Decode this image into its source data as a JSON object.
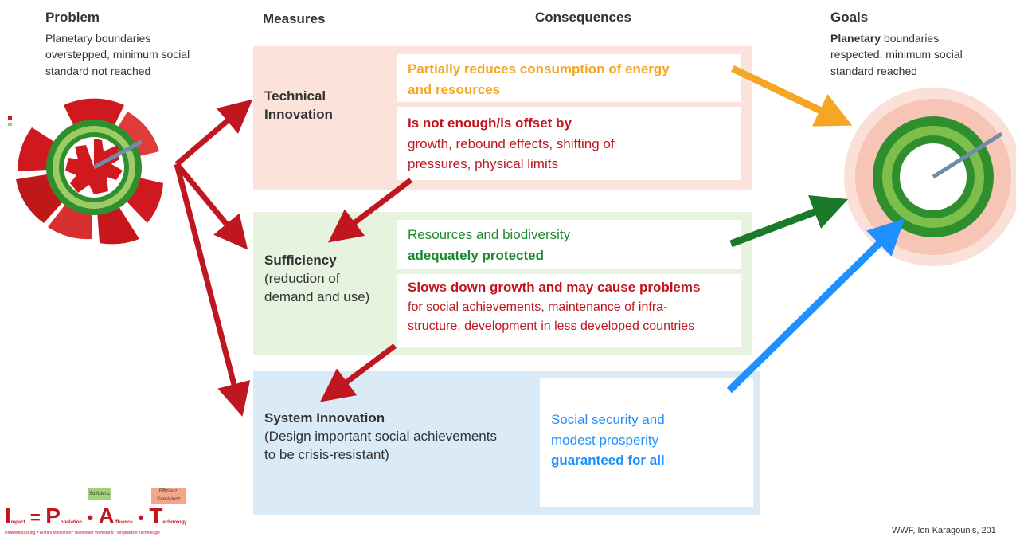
{
  "problem": {
    "title": "Problem",
    "lines": [
      "Planetary boundaries",
      "overstepped, minimum social",
      "standard not reached"
    ]
  },
  "measures_header": "Measures",
  "consequences_header": "Consequences",
  "goals": {
    "title": "Goals",
    "line1_bold": "Planetary",
    "line1_rest": " boundaries",
    "line2": "respected, minimum social",
    "line3": "standard reached"
  },
  "technical": {
    "title_line1": "Technical",
    "title_line2": "Innovation",
    "pos_line1": "Partially reduces consumption of energy",
    "pos_line2": "and resources",
    "neg_title": "Is not enough/is offset by",
    "neg_line1": "growth, rebound effects, shifting of",
    "neg_line2": "pressures, physical limits"
  },
  "sufficiency": {
    "title": "Sufficiency",
    "sub1": "(reduction of",
    "sub2": "demand and use)",
    "pos_line1": "Resources and biodiversity",
    "pos_line2": "adequately protected",
    "neg_title": "Slows down growth and may cause problems",
    "neg_line1": "for social achievements, maintenance of infra-",
    "neg_line2": "structure, development in less developed countries"
  },
  "system": {
    "title": "System Innovation",
    "sub1": "(Design important social achievements",
    "sub2": "to be crisis-resistant)",
    "pos_line1": "Social security and",
    "pos_line2": "modest prosperity",
    "pos_line3": "guaranteed for all"
  },
  "formula": {
    "I": "I",
    "I_sub": "mpact",
    "eq": "=",
    "P": "P",
    "P_sub": "opulation",
    "A": "A",
    "A_sub": "ffluence",
    "T": "T",
    "T_sub": "echnology",
    "dot": "•",
    "footnote": "Umweltbelastung = Anzahl Menschen * materieller Wohlstand * eingesetzte Technologie",
    "note_green": "Suffizienz",
    "note_red": "Effizienz, Konsistenz"
  },
  "credit": "WWF, Ion Karagounis, 201",
  "colors": {
    "red": "#c0161f",
    "orange": "#f5a623",
    "green": "#1a8a2e",
    "blue": "#1e90ff",
    "tech_bg": "#fbe3dc",
    "suff_bg": "#e6f3df",
    "sys_bg": "#dbeaf7"
  }
}
